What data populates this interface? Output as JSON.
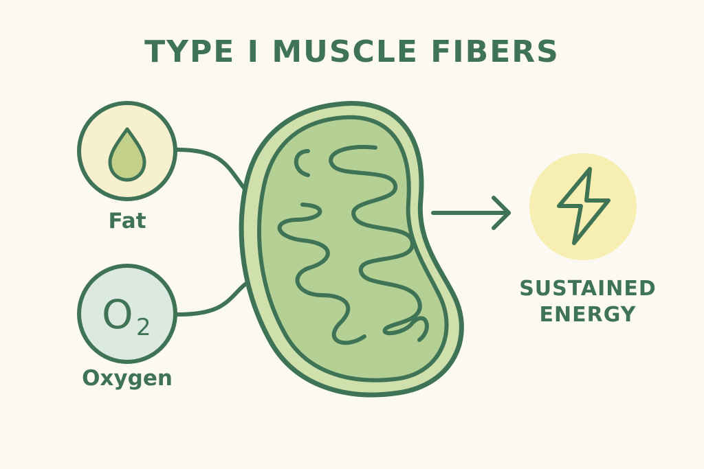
{
  "title": "TYPE I MUSCLE FIBERS",
  "inputs": [
    {
      "label": "Fat",
      "icon": "droplet-icon",
      "fill": "#f6f0cf"
    },
    {
      "label": "Oxygen",
      "icon": "o2-icon",
      "symbol": "O",
      "subscript": "2",
      "fill": "#dbe9e1"
    }
  ],
  "center": {
    "name": "mitochondrion",
    "outer_fill": "#cfe0ad",
    "inner_fill": "#b5d095"
  },
  "output": {
    "label_line1": "SUSTAINED",
    "label_line2": "ENERGY",
    "icon": "lightning-bolt-icon",
    "fill": "#f7eeb1"
  },
  "colors": {
    "stroke": "#3f7356",
    "background": "#fbf9f2"
  }
}
